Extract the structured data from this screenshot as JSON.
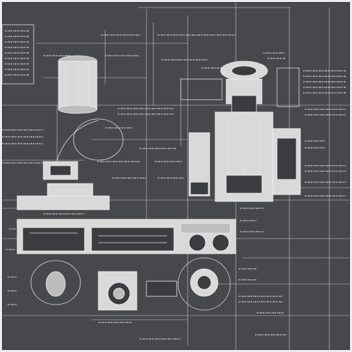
{
  "sheet": {
    "background": "#47484c",
    "frame": "#ececec",
    "linework": "#e6e6e6",
    "labels_legible": false
  },
  "components": [
    {
      "name": "cylindrical-canister"
    },
    {
      "name": "round-lens"
    },
    {
      "name": "domed-machine-tower"
    },
    {
      "name": "control-console"
    },
    {
      "name": "round-port"
    },
    {
      "name": "front-loading-drum"
    },
    {
      "name": "circular-fan-housing"
    }
  ]
}
